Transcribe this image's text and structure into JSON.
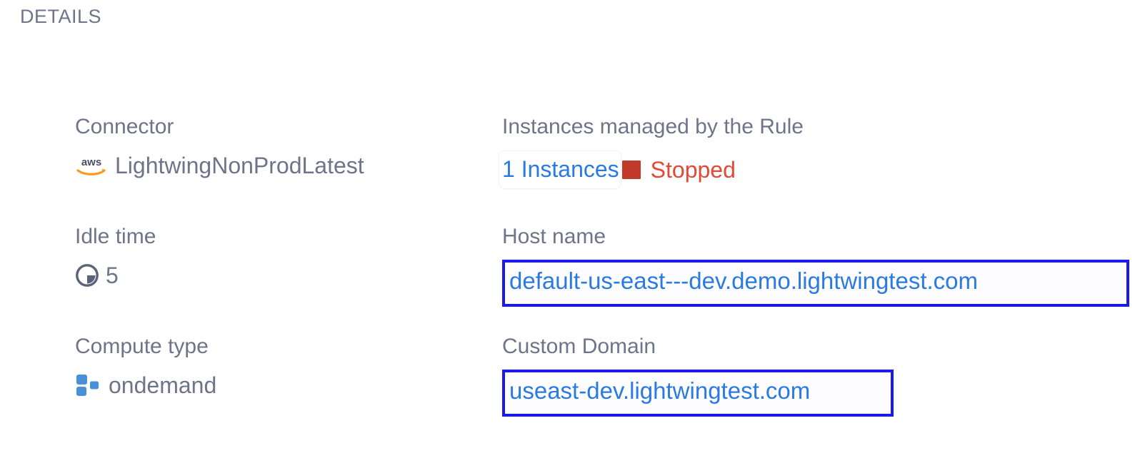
{
  "header": {
    "title": "DETAILS"
  },
  "colors": {
    "label": "#6e7489",
    "value": "#6e7489",
    "link": "#2a7ae2",
    "status_text": "#e04a36",
    "status_square": "#c0392b",
    "highlight_border": "#1a1aec",
    "compute_icon": "#4a90d9",
    "aws_swoosh": "#f79a1f",
    "background": "#ffffff"
  },
  "fields": {
    "connector": {
      "label": "Connector",
      "value": "LightwingNonProdLatest",
      "icon": "aws-logo-icon"
    },
    "instances": {
      "label": "Instances managed by the Rule",
      "count_link": "1 Instances",
      "status": "Stopped",
      "status_icon": "stopped-square-icon"
    },
    "idle_time": {
      "label": "Idle time",
      "value": "5",
      "icon": "clock-icon"
    },
    "host_name": {
      "label": "Host name",
      "value": "default-us-east---dev.demo.lightwingtest.com"
    },
    "compute_type": {
      "label": "Compute type",
      "value": "ondemand",
      "icon": "blocks-icon"
    },
    "custom_domain": {
      "label": "Custom Domain",
      "value": "useast-dev.lightwingtest.com"
    }
  }
}
